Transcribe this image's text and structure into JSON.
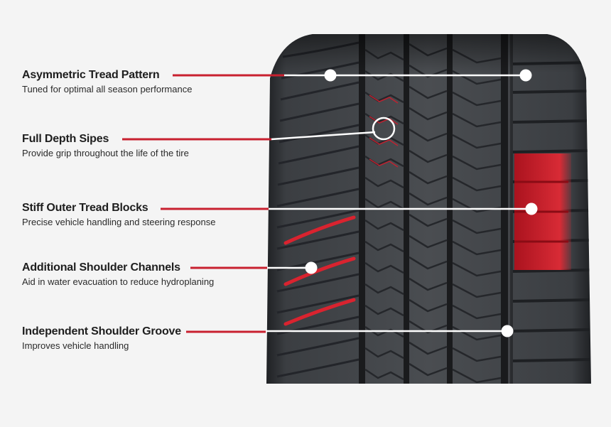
{
  "features": [
    {
      "title": "Asymmetric Tread Pattern",
      "description": "Tuned for optimal all season performance"
    },
    {
      "title": "Full Depth Sipes",
      "description": "Provide grip throughout the life of the tire"
    },
    {
      "title": "Stiff Outer Tread Blocks",
      "description": "Precise vehicle handling and steering response"
    },
    {
      "title": "Additional Shoulder Channels",
      "description": "Aid in water evacuation to reduce hydroplaning"
    },
    {
      "title": "Independent Shoulder Groove",
      "description": "Improves vehicle handling"
    }
  ],
  "colors": {
    "background": "#f4f4f4",
    "accent_red": "#c8202f",
    "leader_white": "#ffffff",
    "tire_rubber": "#3a3d40",
    "text": "#1e1e1e"
  },
  "icons": [
    "tire-tread-image",
    "marker-dot-icon",
    "marker-ring-icon"
  ]
}
